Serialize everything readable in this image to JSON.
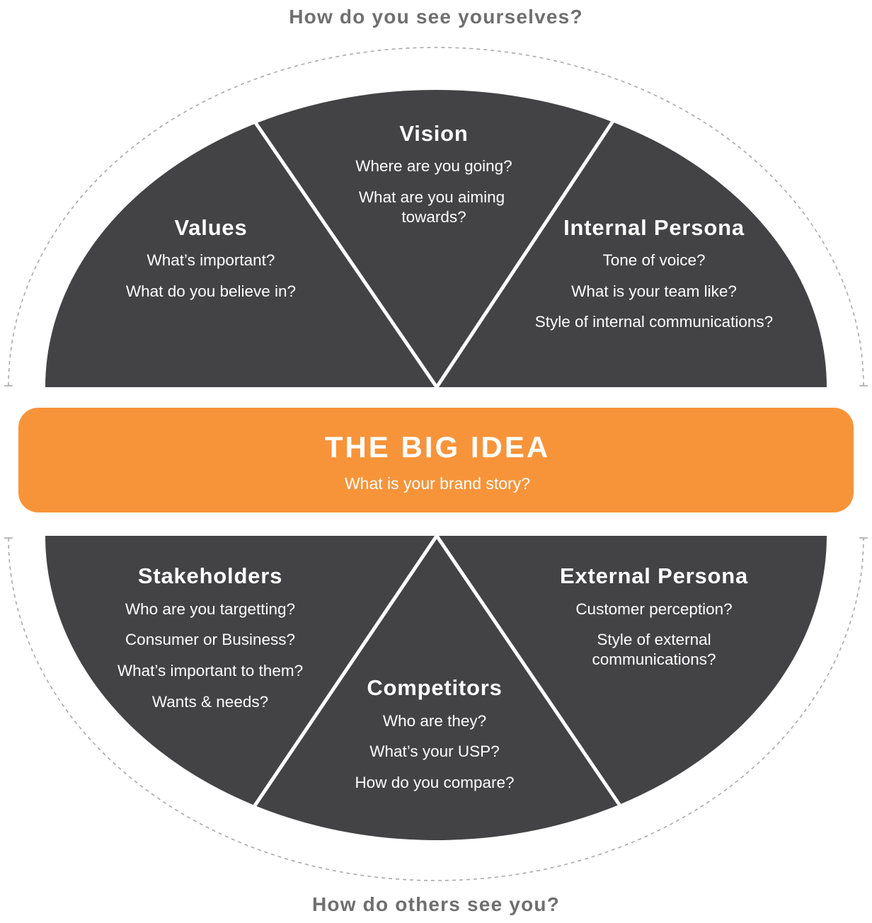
{
  "captions": {
    "top": "How do you see yourselves?",
    "bottom": "How do others see you?"
  },
  "colors": {
    "segment": "#434244",
    "accent": "#f7943a",
    "caption": "#6f6f6f",
    "dashed_outline": "#a9a9a9"
  },
  "big_idea": {
    "title": "THE BIG IDEA",
    "question": "What is your brand story?"
  },
  "segments": {
    "values": {
      "title": "Values",
      "questions": [
        "What’s important?",
        "What do you believe in?"
      ]
    },
    "vision": {
      "title": "Vision",
      "questions": [
        "Where are you going?",
        "What are you aiming",
        "towards?"
      ]
    },
    "internal_persona": {
      "title": "Internal Persona",
      "questions": [
        "Tone of voice?",
        "What is your team like?",
        "Style of internal communications?"
      ]
    },
    "stakeholders": {
      "title": "Stakeholders",
      "questions": [
        "Who are you targetting?",
        "Consumer or Business?",
        "What’s important to them?",
        "Wants & needs?"
      ]
    },
    "competitors": {
      "title": "Competitors",
      "questions": [
        "Who are they?",
        "What’s your USP?",
        "How do you compare?"
      ]
    },
    "external_persona": {
      "title": "External Persona",
      "questions": [
        "Customer perception?",
        "Style of external",
        "communications?"
      ]
    }
  }
}
